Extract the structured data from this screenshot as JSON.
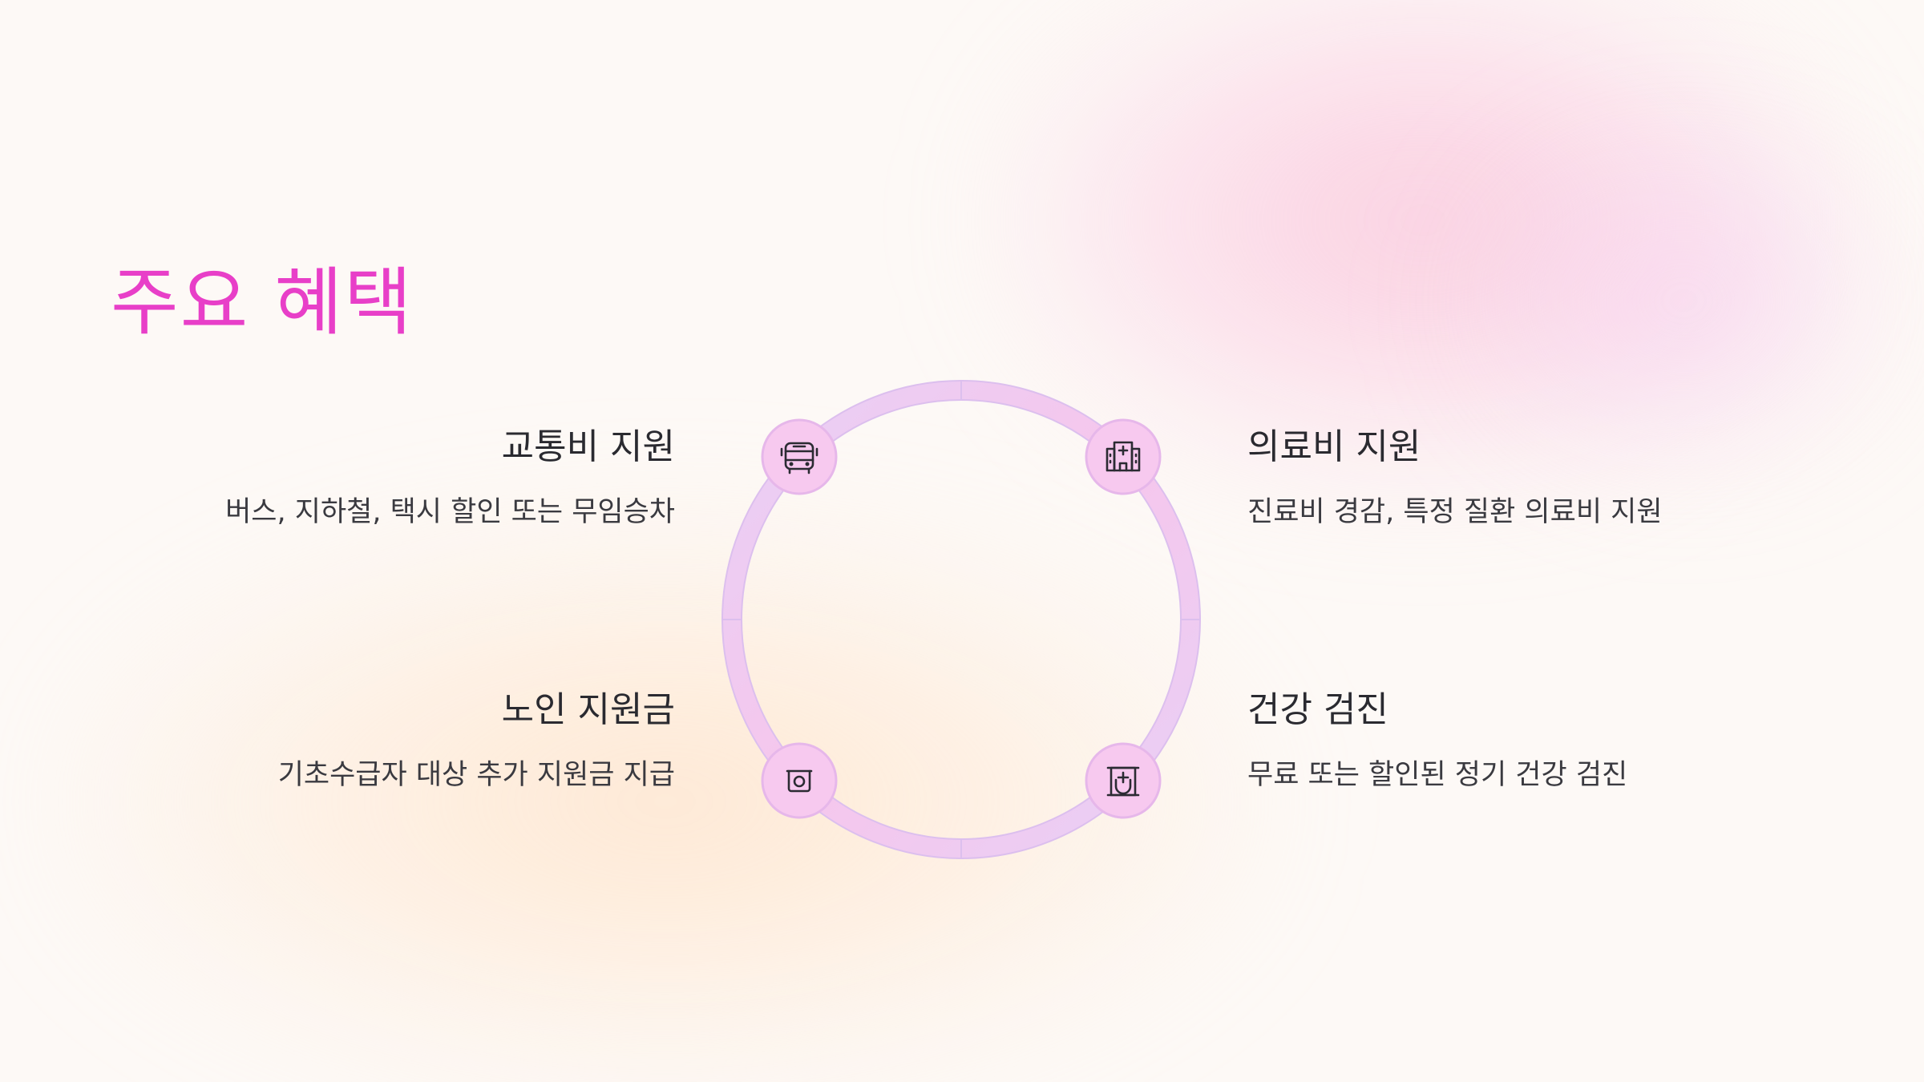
{
  "title": "주요 혜택",
  "benefits": [
    {
      "title": "교통비 지원",
      "desc": "버스, 지하철, 택시 할인 또는 무임승차",
      "icon": "bus-icon"
    },
    {
      "title": "의료비 지원",
      "desc": "진료비 경감, 특정 질환 의료비 지원",
      "icon": "hospital-icon"
    },
    {
      "title": "노인 지원금",
      "desc": "기초수급자 대상 추가 지원금 지급",
      "icon": "money-icon"
    },
    {
      "title": "건강 검진",
      "desc": "무료 또는 할인된 정기 건강 검진",
      "icon": "health-checkup-icon"
    }
  ],
  "colors": {
    "title": "#e83fc8",
    "ring_pink": "#f9c8ea",
    "ring_lilac": "#e6cdf4",
    "node_fill": "#f7c9ef",
    "node_stroke": "#e6b7ea",
    "text": "#2a2a30"
  }
}
